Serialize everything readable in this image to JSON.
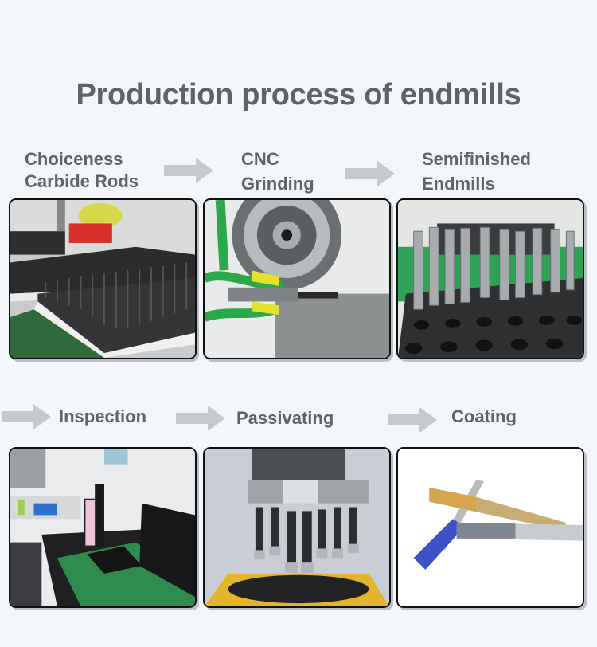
{
  "page": {
    "title": "Production process of endmills"
  },
  "steps": [
    {
      "label_line1": "Choiceness",
      "label_line2": "Carbide Rods",
      "image": "carbide-rods-photo"
    },
    {
      "label_line1": "CNC",
      "label_line2": "Grinding",
      "image": "cnc-grinding-photo"
    },
    {
      "label_line1": "Semifinished",
      "label_line2": "Endmills",
      "image": "semifinished-endmills-photo"
    },
    {
      "label_line1": "Inspection",
      "label_line2": "",
      "image": "inspection-photo"
    },
    {
      "label_line1": "Passivating",
      "label_line2": "",
      "image": "passivating-photo"
    },
    {
      "label_line1": "Coating",
      "label_line2": "",
      "image": "coating-photo"
    }
  ],
  "icons": {
    "arrow": "arrow-right-icon"
  },
  "colors": {
    "background": "#f3f6fb",
    "text": "#616265",
    "arrow": "#c5c8cc",
    "frame": "#111111",
    "shadow": "#bcc0c6"
  }
}
